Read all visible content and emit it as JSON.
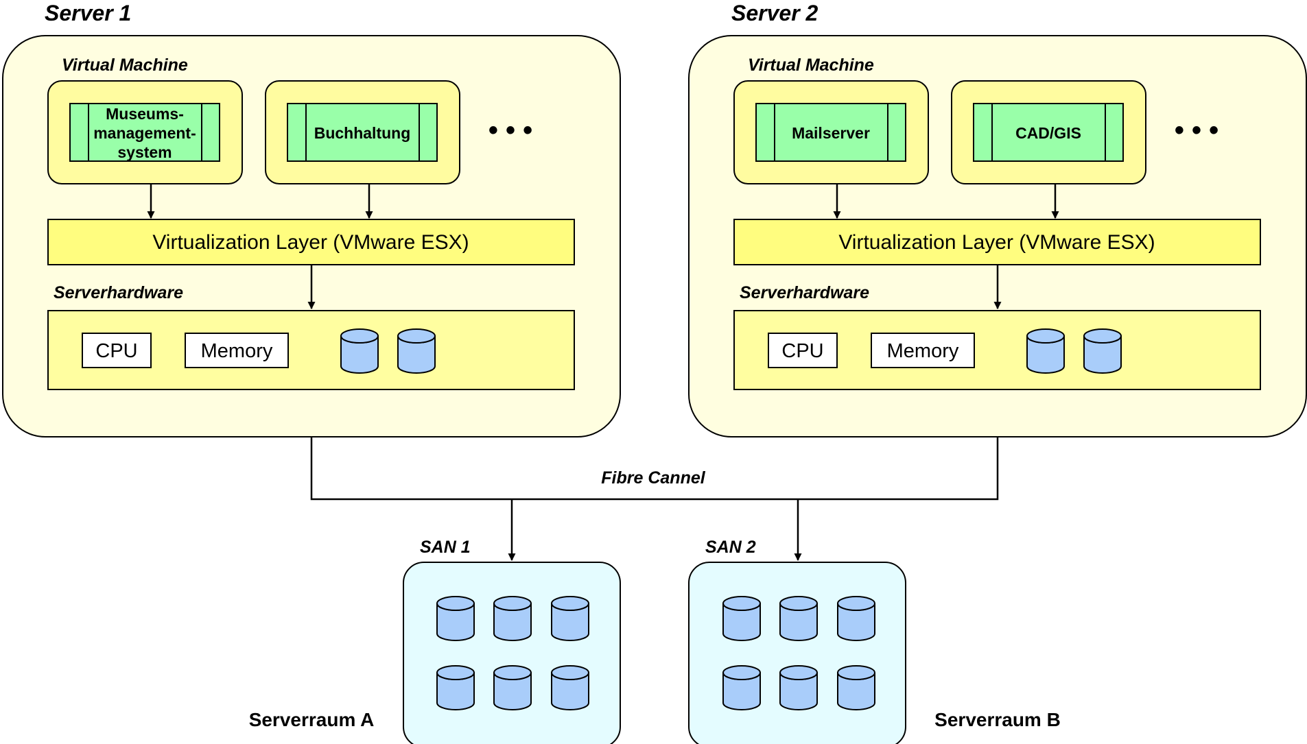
{
  "colors": {
    "server_bg": "#fffee0",
    "vm_bg": "#fffca0",
    "app_green": "#99ffa9",
    "layer_bg": "#fffd7f",
    "hw_bg": "#fffea0",
    "san_bg": "#e4fcff",
    "disk_blue": "#a9cdfa"
  },
  "servers": [
    {
      "title": "Server 1",
      "vm_label": "Virtual Machine",
      "apps": [
        {
          "lines": [
            "Museums-",
            "management-",
            "system"
          ]
        },
        {
          "lines": [
            "Buchhaltung"
          ]
        }
      ],
      "more_indicator": "• • •",
      "layer_label": "Virtualization Layer (VMware ESX)",
      "hardware_label": "Serverhardware",
      "cpu_label": "CPU",
      "memory_label": "Memory"
    },
    {
      "title": "Server 2",
      "vm_label": "Virtual Machine",
      "apps": [
        {
          "lines": [
            "Mailserver"
          ]
        },
        {
          "lines": [
            "CAD/GIS"
          ]
        }
      ],
      "more_indicator": "• • •",
      "layer_label": "Virtualization Layer (VMware ESX)",
      "hardware_label": "Serverhardware",
      "cpu_label": "CPU",
      "memory_label": "Memory"
    }
  ],
  "connection_label": "Fibre Cannel",
  "sans": [
    {
      "label": "SAN 1",
      "room": "Serverraum A"
    },
    {
      "label": "SAN 2",
      "room": "Serverraum B"
    }
  ]
}
